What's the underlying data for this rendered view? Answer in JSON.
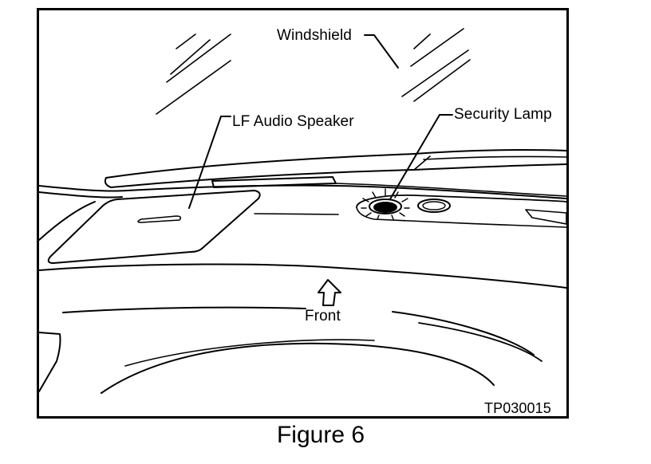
{
  "labels": {
    "windshield": "Windshield",
    "lf_audio_speaker": "LF Audio Speaker",
    "security_lamp": "Security Lamp",
    "front": "Front",
    "figure_id": "TP030015"
  },
  "caption": "Figure 6",
  "colors": {
    "line": "#000000",
    "background": "#ffffff"
  }
}
